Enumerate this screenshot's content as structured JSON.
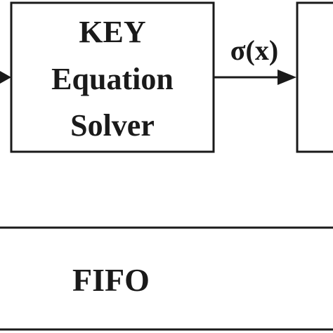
{
  "diagram": {
    "solver_block": {
      "line1": "KEY",
      "line2": "Equation",
      "line3": "Solver"
    },
    "signal_label": "σ(x)",
    "fifo_block": {
      "label": "FIFO"
    }
  }
}
